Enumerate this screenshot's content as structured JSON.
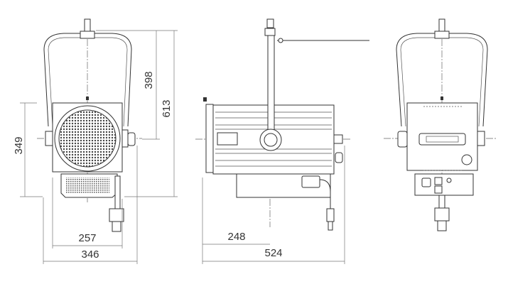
{
  "title": "Fresnel light fixture dimensional drawing",
  "views": [
    "front",
    "side",
    "back"
  ],
  "dimensions": {
    "front_body_height": "349",
    "front_yoke_to_axis": "398",
    "front_total_height": "613",
    "front_body_width": "257",
    "front_total_width": "346",
    "side_front_to_yoke": "248",
    "side_total_length": "524"
  },
  "colors": {
    "line": "#333333",
    "dimension": "#777777"
  }
}
